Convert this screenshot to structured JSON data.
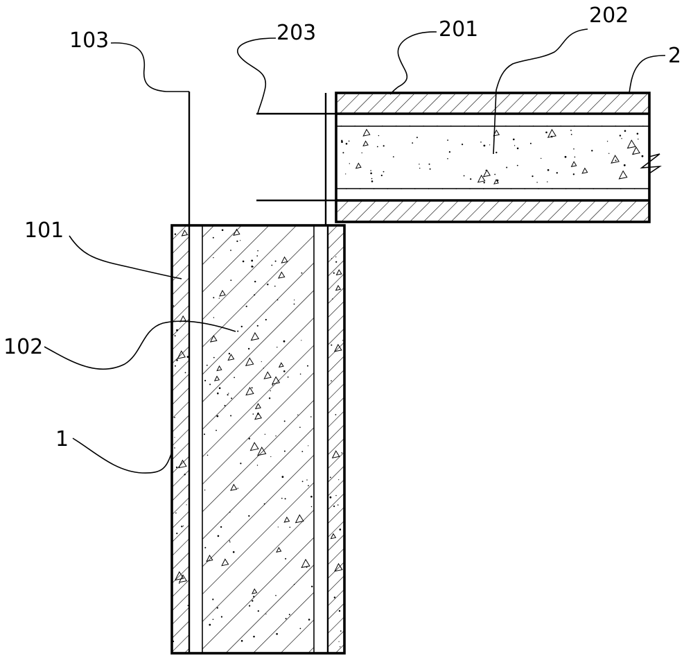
{
  "labels": {
    "l103": "103",
    "l203": "203",
    "l201": "201",
    "l202": "202",
    "l2": "2",
    "l101": "101",
    "l102": "102",
    "l1": "1"
  }
}
